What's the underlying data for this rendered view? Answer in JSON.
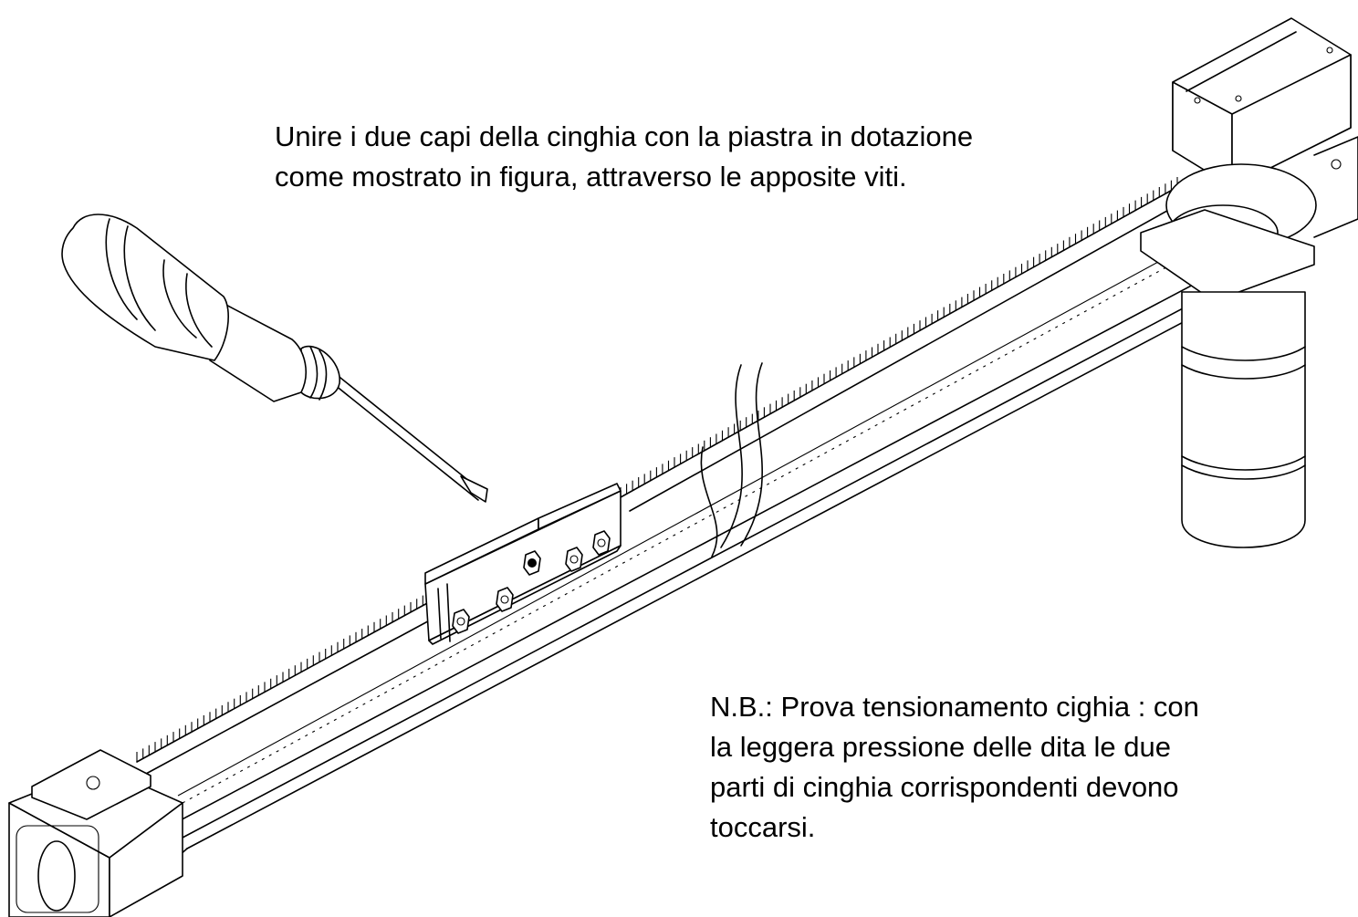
{
  "instruction": {
    "lines": [
      "Unire i due capi della cinghia con la piastra in dotazione",
      "come mostrato in figura, attraverso le apposite viti."
    ]
  },
  "note": {
    "lines": [
      "N.B.: Prova tensionamento cighia : con",
      "la leggera pressione delle dita le due",
      "parti di cinghia corrispondenti devono",
      "toccarsi."
    ]
  }
}
